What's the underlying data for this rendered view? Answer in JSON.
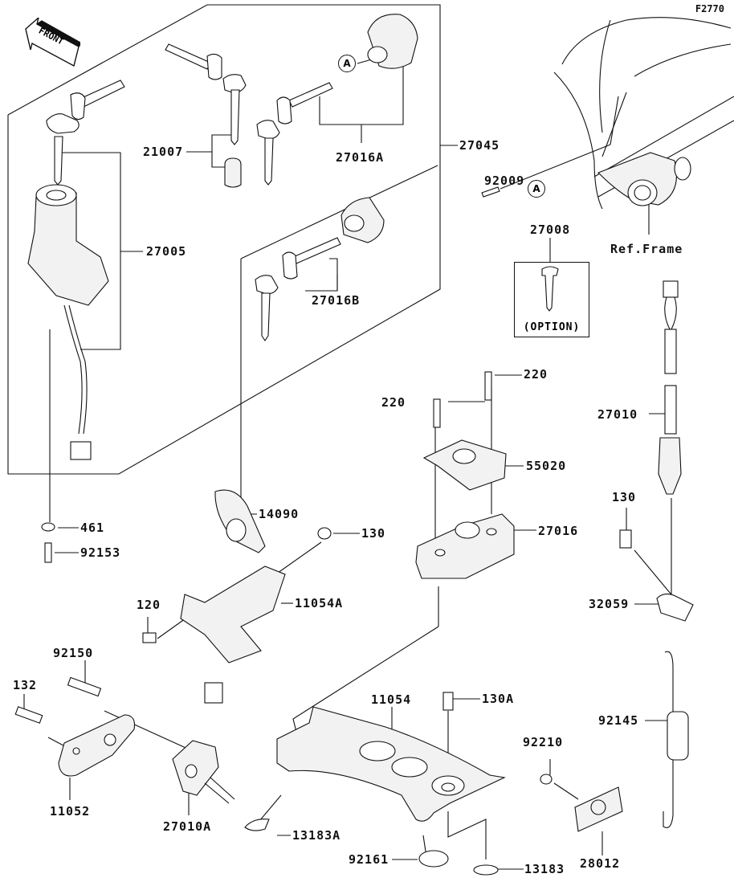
{
  "diagram": {
    "figure_code": "F2770",
    "front_label": "FRONT",
    "callout_letter": "A",
    "ref_frame_label": "Ref.Frame",
    "option_label": "(OPTION)",
    "parts": [
      {
        "id": "27045",
        "label": "27045"
      },
      {
        "id": "21007",
        "label": "21007"
      },
      {
        "id": "27016A",
        "label": "27016A"
      },
      {
        "id": "27005",
        "label": "27005"
      },
      {
        "id": "27016B",
        "label": "27016B"
      },
      {
        "id": "92009",
        "label": "92009"
      },
      {
        "id": "27008",
        "label": "27008"
      },
      {
        "id": "220a",
        "label": "220"
      },
      {
        "id": "220b",
        "label": "220"
      },
      {
        "id": "55020",
        "label": "55020"
      },
      {
        "id": "27016",
        "label": "27016"
      },
      {
        "id": "27010",
        "label": "27010"
      },
      {
        "id": "461",
        "label": "461"
      },
      {
        "id": "92153",
        "label": "92153"
      },
      {
        "id": "14090",
        "label": "14090"
      },
      {
        "id": "130a",
        "label": "130"
      },
      {
        "id": "130b",
        "label": "130"
      },
      {
        "id": "11054A",
        "label": "11054A"
      },
      {
        "id": "120",
        "label": "120"
      },
      {
        "id": "32059",
        "label": "32059"
      },
      {
        "id": "92150",
        "label": "92150"
      },
      {
        "id": "132",
        "label": "132"
      },
      {
        "id": "11054",
        "label": "11054"
      },
      {
        "id": "130A",
        "label": "130A"
      },
      {
        "id": "92145",
        "label": "92145"
      },
      {
        "id": "92210",
        "label": "92210"
      },
      {
        "id": "11052",
        "label": "11052"
      },
      {
        "id": "27010A",
        "label": "27010A"
      },
      {
        "id": "13183A",
        "label": "13183A"
      },
      {
        "id": "92161",
        "label": "92161"
      },
      {
        "id": "13183",
        "label": "13183"
      },
      {
        "id": "28012",
        "label": "28012"
      }
    ]
  }
}
